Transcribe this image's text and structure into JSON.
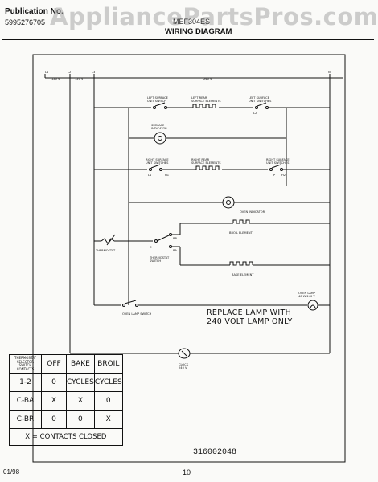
{
  "header": {
    "pub_label": "Publication No.",
    "pub_number": "5995276705",
    "watermark": "AppliancePartsPros.com",
    "model_code": "MEF304ES",
    "title": "WIRING DIAGRAM"
  },
  "power": {
    "l1": "L1",
    "l2": "L2",
    "l3": "L3",
    "n": "N",
    "v1": "120 V",
    "v2": "120 V",
    "v3": "240 V"
  },
  "components": {
    "left_surface_switch": "LEFT SURFACE\nUNIT SWITCH",
    "left_rear_element": "LEFT REAR\nSURFACE ELEMENTS",
    "left_front_switch": "LEFT SURFACE\nUNIT SWITCHES",
    "surface_indicator": "SURFACE\nINDICATOR",
    "right_surface_switch": "RIGHT SURFACE\nUNIT SWITCHES",
    "right_rear_element": "RIGHT REAR\nSURFACE ELEMENTS",
    "right_front_switch": "RIGHT SURFACE\nUNIT SWITCHES",
    "oven_indicator": "OVEN INDICATOR",
    "broil_element": "BROIL ELEMENT",
    "bake_element": "BAKE ELEMENT",
    "thermostat": "THERMOSTAT",
    "thermostat_switch": "THERMOSTAT\nSWITCH",
    "oven_lamp": "OVEN LAMP\n40 W 240 V",
    "oven_lamp_switch": "OVEN LAMP SWITCH",
    "clock": "CLOCK\n240 V",
    "terminal_br": "BR",
    "terminal_ba": "BA",
    "terminal_c": "C",
    "terminal_l1": "L1",
    "terminal_h1": "H1",
    "terminal_p": "P",
    "terminal_h2": "H2",
    "terminal_l2": "L2"
  },
  "note": {
    "line1": "REPLACE LAMP WITH",
    "line2": "240 VOLT LAMP ONLY"
  },
  "switch_table": {
    "header_first": "THERMOSTAT\nSELECTOR\nSWITCH\nCONTACTS",
    "headers": [
      "OFF",
      "BAKE",
      "BROIL"
    ],
    "rows": [
      {
        "contacts": "1-2",
        "off": "0",
        "bake": "CYCLES",
        "broil": "CYCLES"
      },
      {
        "contacts": "C-BA",
        "off": "X",
        "bake": "X",
        "broil": "0"
      },
      {
        "contacts": "C-BR",
        "off": "0",
        "bake": "0",
        "broil": "X"
      }
    ],
    "legend": "X = CONTACTS CLOSED"
  },
  "footer": {
    "drawing_no": "316002048",
    "date": "01/98",
    "page": "10"
  }
}
